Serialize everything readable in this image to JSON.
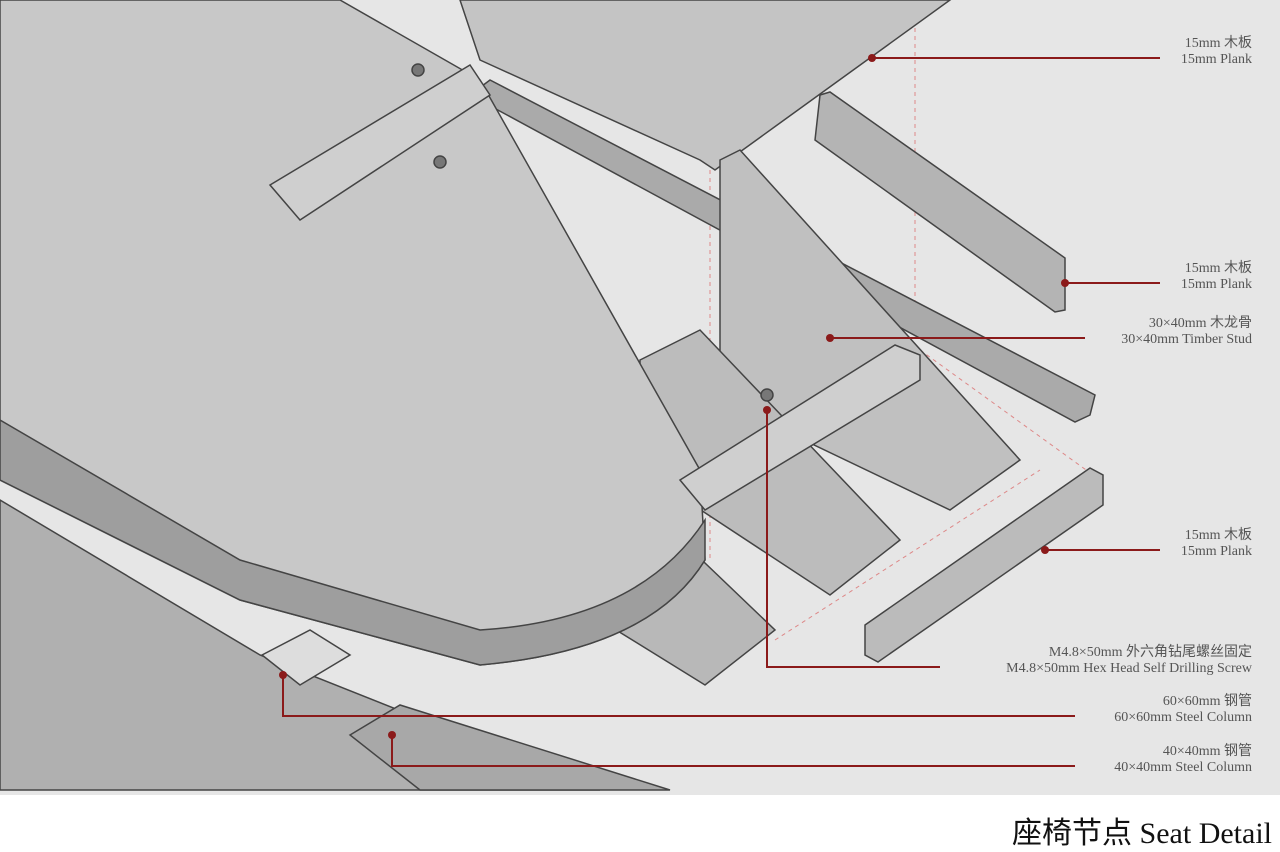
{
  "title": "座椅节点 Seat Detail",
  "accent_color": "#8b1a1a",
  "labels": [
    {
      "cn": "15mm 木板",
      "en": "15mm Plank"
    },
    {
      "cn": "15mm 木板",
      "en": "15mm Plank"
    },
    {
      "cn": "30×40mm 木龙骨",
      "en": "30×40mm Timber Stud"
    },
    {
      "cn": "15mm 木板",
      "en": "15mm Plank"
    },
    {
      "cn": "M4.8×50mm 外六角钻尾螺丝固定",
      "en": "M4.8×50mm Hex Head Self Drilling Screw"
    },
    {
      "cn": "60×60mm 钢管",
      "en": "60×60mm Steel Column"
    },
    {
      "cn": "40×40mm 钢管",
      "en": "40×40mm Steel Column"
    }
  ]
}
